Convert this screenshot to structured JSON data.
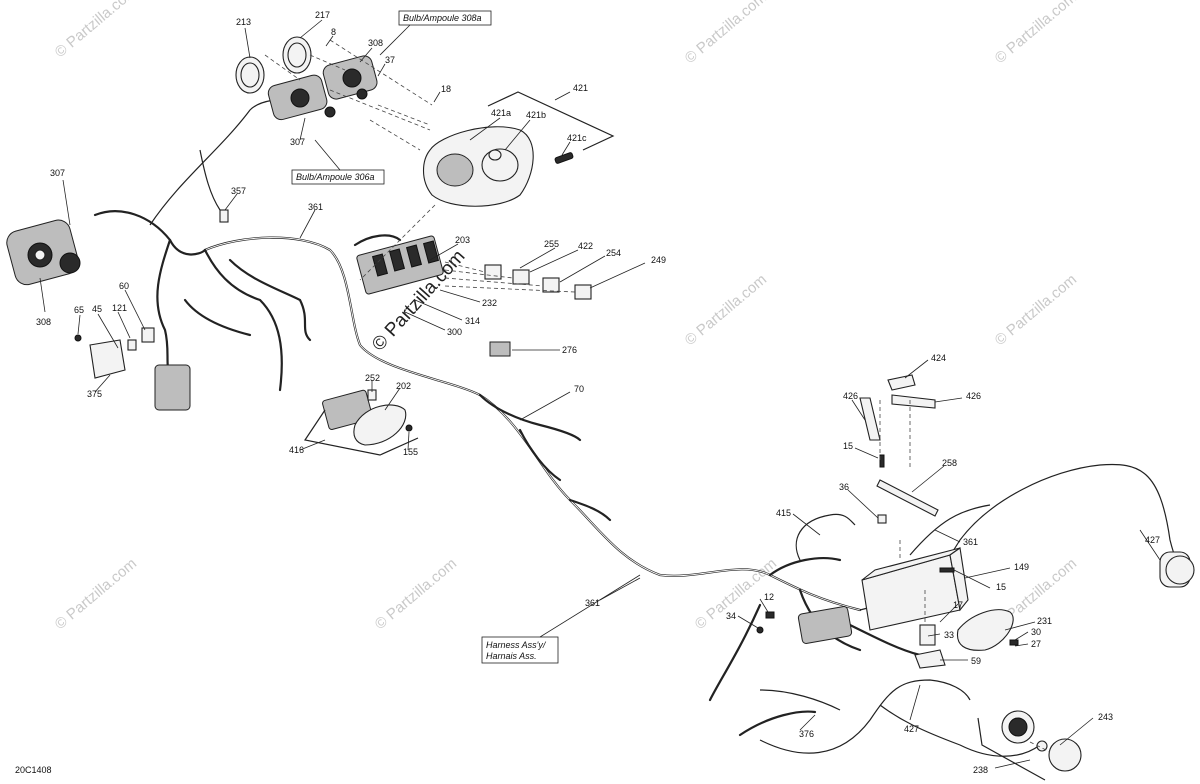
{
  "diagram_code": "20C1408",
  "callouts": {
    "bulb_308a": "Bulb/Ampoule 308a",
    "bulb_306a": "Bulb/Ampoule 306a",
    "harness_line1": "Harness Ass'y/",
    "harness_line2": "Harnais Ass."
  },
  "watermark": "© Partzilla.com",
  "labels": {
    "p213": "213",
    "p217": "217",
    "p8": "8",
    "p308_top": "308",
    "p37": "37",
    "p18": "18",
    "p307_top": "307",
    "p421": "421",
    "p421a": "421a",
    "p421b": "421b",
    "p421c": "421c",
    "p307_left": "307",
    "p357": "357",
    "p361_top": "361",
    "p308_left": "308",
    "p203": "203",
    "p255": "255",
    "p422": "422",
    "p254": "254",
    "p249": "249",
    "p232": "232",
    "p314": "314",
    "p300": "300",
    "p60": "60",
    "p65": "65",
    "p45": "45",
    "p121": "121",
    "p375": "375",
    "p276": "276",
    "p252": "252",
    "p202": "202",
    "p70": "70",
    "p416": "416",
    "p155": "155",
    "p424": "424",
    "p426_left": "426",
    "p426_right": "426",
    "p15_top": "15",
    "p258": "258",
    "p36": "36",
    "p415": "415",
    "p361_right": "361",
    "p427_right": "427",
    "p149": "149",
    "p15_mid": "15",
    "p12": "12",
    "p17": "17",
    "p231": "231",
    "p34": "34",
    "p33": "33",
    "p30": "30",
    "p27": "27",
    "p59": "59",
    "p361_mid": "361",
    "p376": "376",
    "p427_bottom": "427",
    "p243": "243",
    "p238": "238"
  }
}
